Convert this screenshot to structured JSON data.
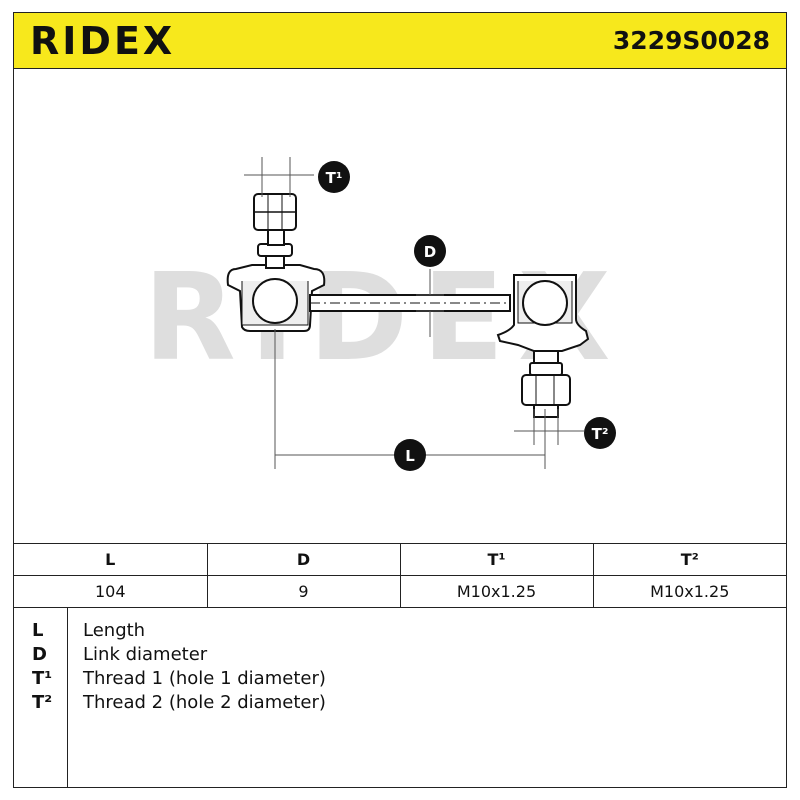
{
  "header": {
    "brand": "RIDEX",
    "part_number": "3229S0028",
    "background_color": "#f7e81c"
  },
  "drawing": {
    "watermark": "RIDEX",
    "callouts": {
      "t1": "T¹",
      "d": "D",
      "t2": "T²",
      "l": "L"
    }
  },
  "spec_table": {
    "headers": [
      "L",
      "D",
      "T¹",
      "T²"
    ],
    "values": [
      "104",
      "9",
      "M10x1.25",
      "M10x1.25"
    ]
  },
  "legend": [
    {
      "key": "L",
      "desc": "Length"
    },
    {
      "key": "D",
      "desc": "Link diameter"
    },
    {
      "key": "T¹",
      "desc": "Thread 1 (hole 1 diameter)"
    },
    {
      "key": "T²",
      "desc": "Thread 2 (hole 2 diameter)"
    }
  ]
}
